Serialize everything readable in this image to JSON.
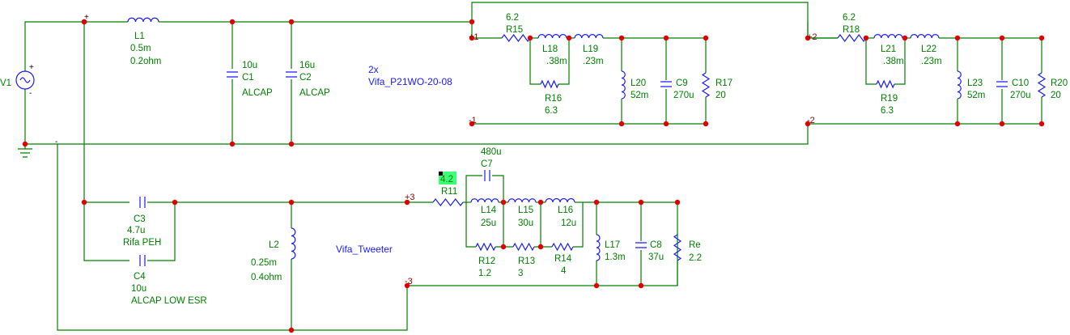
{
  "colors": {
    "wire": "#008000",
    "component": "#1a1aff",
    "node": "#e00000",
    "label": "#008000",
    "net_label": "#8b0000",
    "note": "#1a1aff",
    "highlight": "#3cff7a"
  },
  "source": {
    "name": "V1",
    "plus": "+",
    "minus": "-"
  },
  "input_filter": {
    "L1": {
      "name": "L1",
      "value": "0.5m",
      "extra": "0.2ohm"
    },
    "C1": {
      "name": "C1",
      "value": "10u",
      "type": "ALCAP"
    },
    "C2": {
      "name": "C2",
      "value": "16u",
      "type": "ALCAP"
    }
  },
  "woofer_section": {
    "note_count": "2x",
    "note_driver": "Vifa_P21WO-20-08",
    "ch1": {
      "plus": "+1",
      "minus": "-1",
      "R15": {
        "name": "R15",
        "value": "6.2"
      },
      "L18": {
        "name": "L18",
        "value": ".38m"
      },
      "L19": {
        "name": "L19",
        "value": ".23m"
      },
      "R16": {
        "name": "R16",
        "value": "6.3"
      },
      "L20": {
        "name": "L20",
        "value": "52m"
      },
      "C9": {
        "name": "C9",
        "value": "270u"
      },
      "R17": {
        "name": "R17",
        "value": "20"
      }
    },
    "ch2": {
      "plus": "+2",
      "minus": "-2",
      "R18": {
        "name": "R18",
        "value": "6.2"
      },
      "L21": {
        "name": "L21",
        "value": ".38m"
      },
      "L22": {
        "name": "L22",
        "value": ".23m"
      },
      "R19": {
        "name": "R19",
        "value": "6.3"
      },
      "L23": {
        "name": "L23",
        "value": "52m"
      },
      "C10": {
        "name": "C10",
        "value": "270u"
      },
      "R20": {
        "name": "R20",
        "value": "20"
      }
    }
  },
  "tweeter_section": {
    "note_driver": "Vifa_Tweeter",
    "plus": "+3",
    "minus": "-3",
    "C3": {
      "name": "C3",
      "value": "4.7u",
      "type": "Rifa PEH"
    },
    "C4": {
      "name": "C4",
      "value": "10u",
      "type": "ALCAP LOW ESR"
    },
    "L2": {
      "name": "L2",
      "value": "0.25m",
      "extra": "0.4ohm"
    },
    "R11": {
      "name": "R11",
      "value": "4.2"
    },
    "C7": {
      "name": "C7",
      "value": "480u"
    },
    "L14": {
      "name": "L14",
      "value": "25u"
    },
    "L15": {
      "name": "L15",
      "value": "30u"
    },
    "L16": {
      "name": "L16",
      "value": "12u"
    },
    "R12": {
      "name": "R12",
      "value": "1.2"
    },
    "R13": {
      "name": "R13",
      "value": "3"
    },
    "R14": {
      "name": "R14",
      "value": "4"
    },
    "L17": {
      "name": "L17",
      "value": "1.3m"
    },
    "C8": {
      "name": "C8",
      "value": "37u"
    },
    "Re": {
      "name": "Re",
      "value": "2.2"
    }
  }
}
